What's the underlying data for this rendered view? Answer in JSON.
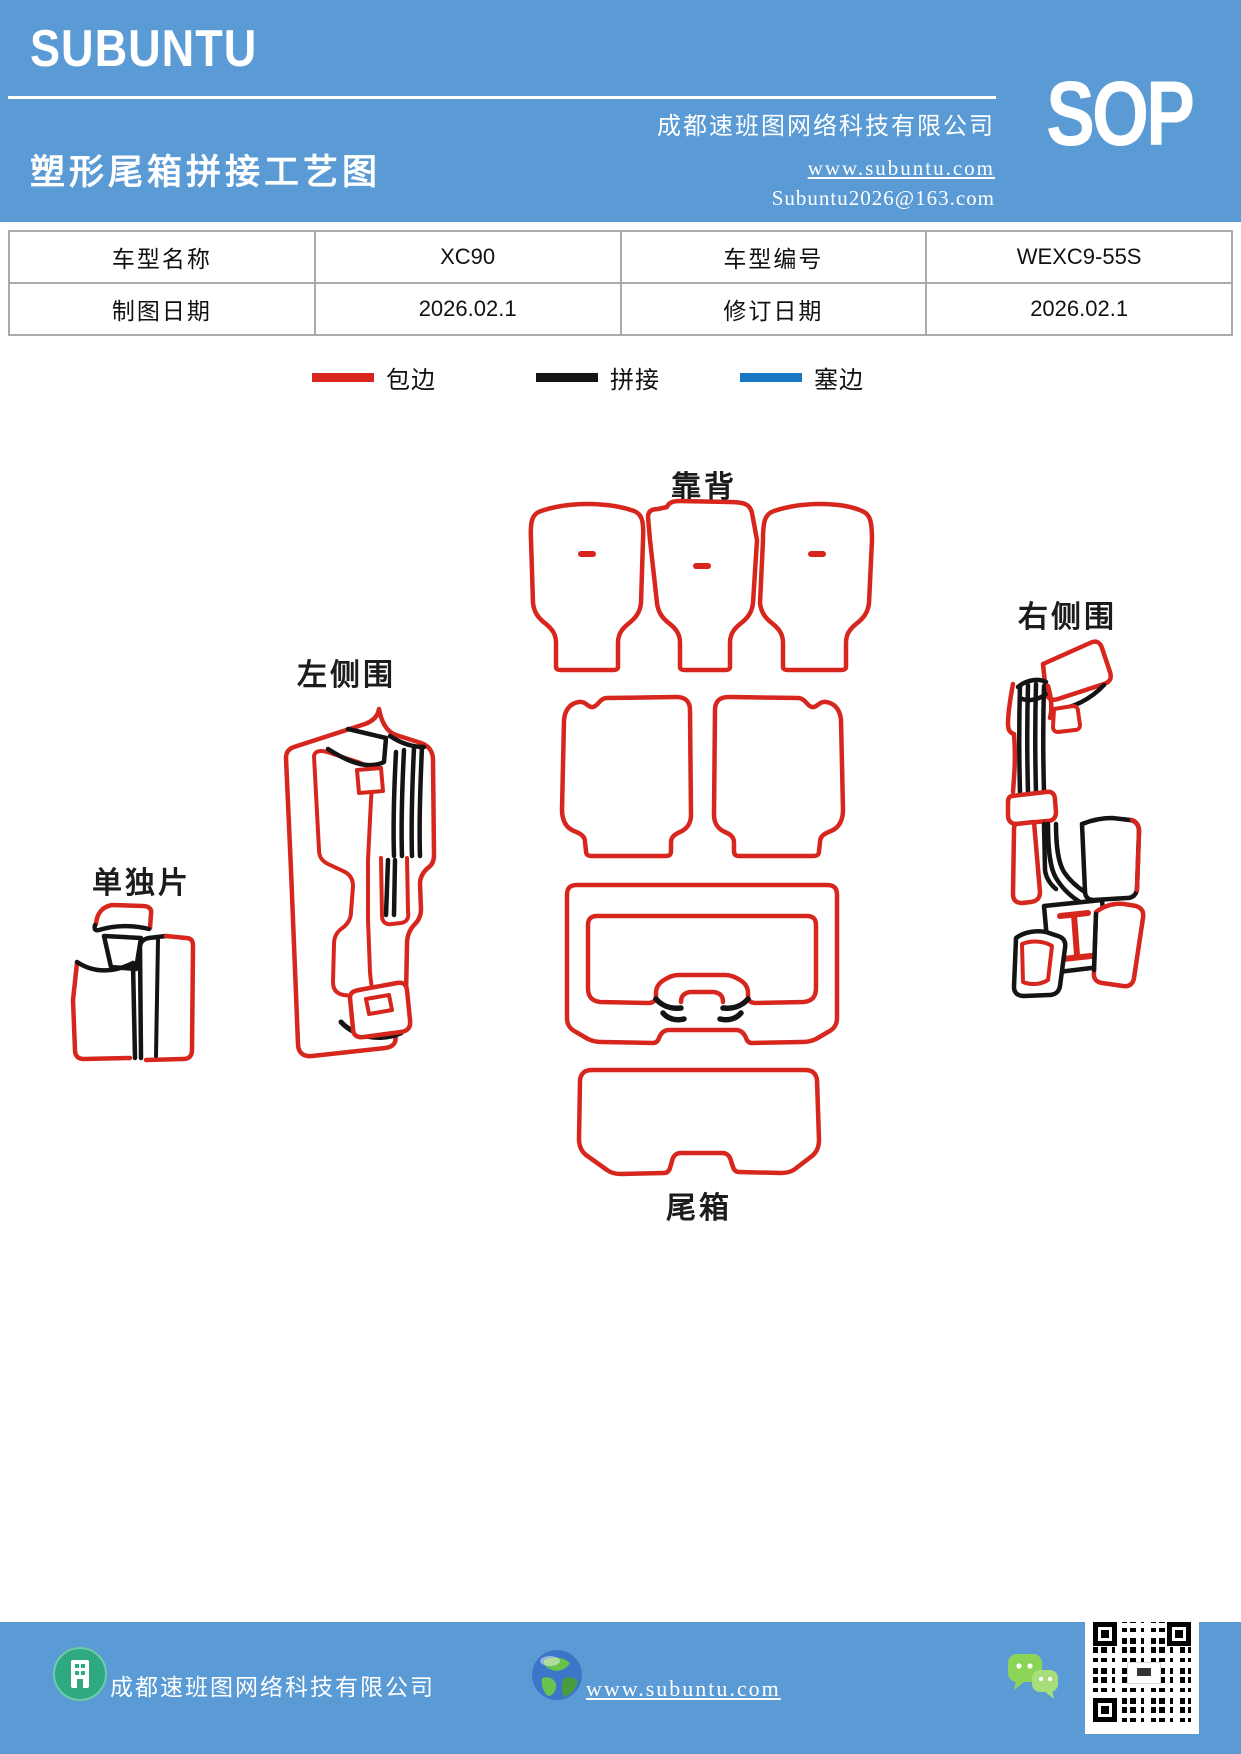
{
  "colors": {
    "header_blue": "#5b9bd5",
    "outline_red": "#d7261d",
    "outline_black": "#141414",
    "legend_blue": "#1878c4",
    "table_border": "#ababab"
  },
  "header": {
    "logo": "SUBUNTU",
    "company": "成都速班图网络科技有限公司",
    "title": "塑形尾箱拼接工艺图",
    "website": "www.subuntu.com",
    "email": "Subuntu2026@163.com",
    "sop": "SOP"
  },
  "info_table": {
    "rows": [
      [
        "车型名称",
        "XC90",
        "车型编号",
        "WEXC9-55S"
      ],
      [
        "制图日期",
        "2026.02.1",
        "修订日期",
        "2026.02.1"
      ]
    ]
  },
  "legend": {
    "items": [
      {
        "label": "包边",
        "color": "#d7261d"
      },
      {
        "label": "拼接",
        "color": "#141414"
      },
      {
        "label": "塞边",
        "color": "#1878c4"
      }
    ]
  },
  "diagram": {
    "labels": {
      "backrest": "靠背",
      "left_side": "左侧围",
      "right_side": "右侧围",
      "single_piece": "单独片",
      "trunk": "尾箱"
    }
  },
  "footer": {
    "company": "成都速班图网络科技有限公司",
    "website": "www.subuntu.com"
  }
}
